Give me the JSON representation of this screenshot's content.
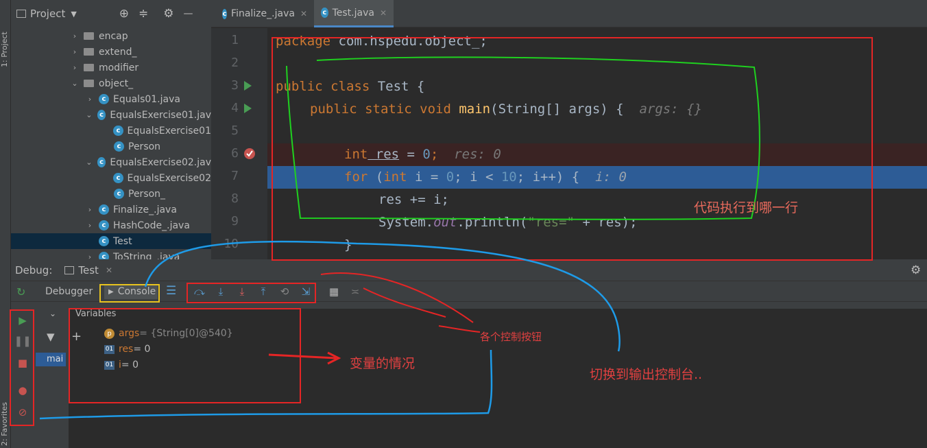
{
  "sidebar_strip": {
    "project_label": "1: Project",
    "favorites_label": "2: Favorites"
  },
  "project": {
    "title": "Project",
    "tree": [
      {
        "label": "encap",
        "type": "folder",
        "arrow": "›",
        "indent": 1
      },
      {
        "label": "extend_",
        "type": "folder",
        "arrow": "›",
        "indent": 1
      },
      {
        "label": "modifier",
        "type": "folder",
        "arrow": "›",
        "indent": 1
      },
      {
        "label": "object_",
        "type": "folder",
        "arrow": "⌄",
        "indent": 1
      },
      {
        "label": "Equals01.java",
        "type": "class",
        "arrow": "›",
        "indent": 2
      },
      {
        "label": "EqualsExercise01.jav",
        "type": "class",
        "arrow": "⌄",
        "indent": 2
      },
      {
        "label": "EqualsExercise01",
        "type": "class",
        "arrow": "",
        "indent": 3
      },
      {
        "label": "Person",
        "type": "class",
        "arrow": "",
        "indent": 3
      },
      {
        "label": "EqualsExercise02.jav",
        "type": "class",
        "arrow": "⌄",
        "indent": 2
      },
      {
        "label": "EqualsExercise02",
        "type": "class",
        "arrow": "",
        "indent": 3
      },
      {
        "label": "Person_",
        "type": "class",
        "arrow": "",
        "indent": 3
      },
      {
        "label": "Finalize_.java",
        "type": "class",
        "arrow": "›",
        "indent": 2
      },
      {
        "label": "HashCode_.java",
        "type": "class",
        "arrow": "›",
        "indent": 2
      },
      {
        "label": "Test",
        "type": "class",
        "arrow": "",
        "indent": 2,
        "selected": true
      },
      {
        "label": "ToString_.java",
        "type": "class",
        "arrow": "›",
        "indent": 2
      }
    ]
  },
  "editor": {
    "tabs": [
      {
        "label": "Finalize_.java",
        "active": false
      },
      {
        "label": "Test.java",
        "active": true
      }
    ],
    "line_numbers": [
      "1",
      "2",
      "3",
      "4",
      "5",
      "6",
      "7",
      "8",
      "9",
      "10"
    ]
  },
  "code": {
    "l1_kw": "package",
    "l1_rest": " com.hspedu.object_;",
    "l3_kw": "public class",
    "l3_name": " Test {",
    "l4_kw": "public static void",
    "l4_fn": "main",
    "l4_rest": "(String[] args) {  ",
    "l4_hint": "args: {}",
    "l6_kw": "int",
    "l6_var": " res",
    "l6_eq": " = ",
    "l6_num": "0",
    "l6_semi": ";  ",
    "l6_hint": "res: 0",
    "l7_for": "for",
    "l7_a": " (",
    "l7_int": "int",
    "l7_b": " i = ",
    "l7_n0": "0",
    "l7_c": "; i < ",
    "l7_n10": "10",
    "l7_d": "; i++) {  ",
    "l7_hint": "i: 0",
    "l8": "res += i;",
    "l9_a": "System.",
    "l9_out": "out",
    "l9_b": ".println(",
    "l9_str": "\"res=\"",
    "l9_c": " + res);",
    "l10": "}"
  },
  "debug": {
    "title": "Debug:",
    "session": "Test",
    "tab_debugger": "Debugger",
    "tab_console": "Console",
    "variables_label": "Variables",
    "frame_label": "mai",
    "variables": [
      {
        "name": "args",
        "value": " = {String[0]@540}",
        "icon": "p"
      },
      {
        "name": "res",
        "value": " = 0",
        "icon": "01"
      },
      {
        "name": "i",
        "value": " = 0",
        "icon": "01"
      }
    ]
  },
  "annotations": {
    "current_line": "代码执行到哪一行",
    "control_buttons": "各个控制按钮",
    "variables_state": "变量的情况",
    "switch_console": "切换到输出控制台.."
  },
  "colors": {
    "red_box": "#e52525",
    "green_line": "#1fd11f",
    "blue_line": "#1e9be8",
    "yellow_box": "#e8c31e"
  }
}
